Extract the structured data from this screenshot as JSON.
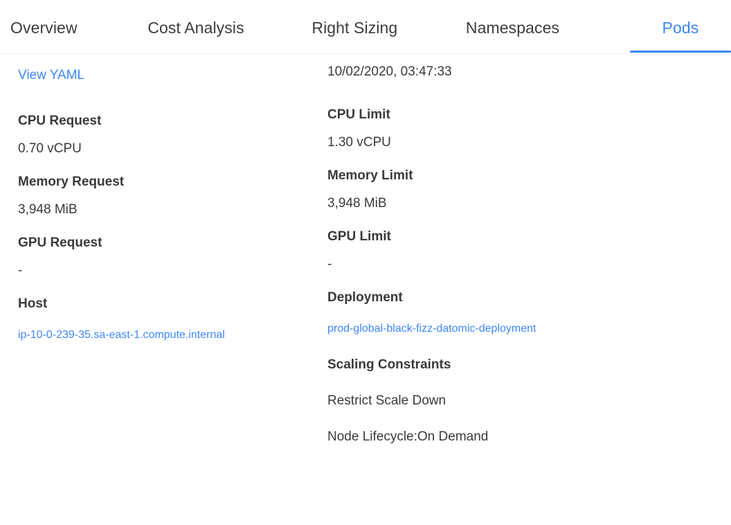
{
  "tabs": [
    {
      "label": "Overview",
      "name": "tab-overview",
      "active": false
    },
    {
      "label": "Cost Analysis",
      "name": "tab-cost-analysis",
      "active": false
    },
    {
      "label": "Right Sizing",
      "name": "tab-right-sizing",
      "active": false
    },
    {
      "label": "Namespaces",
      "name": "tab-namespaces",
      "active": false
    },
    {
      "label": "Pods",
      "name": "tab-pods",
      "active": true
    }
  ],
  "colors": {
    "accent": "#3d87f5",
    "link": "#3d87f5",
    "text": "#3a3a3a",
    "divider": "#ececec",
    "background": "#ffffff"
  },
  "left_column": {
    "view_yaml_link": "View YAML",
    "fields": [
      {
        "label": "CPU Request",
        "value": "0.70 vCPU"
      },
      {
        "label": "Memory Request",
        "value": "3,948 MiB"
      },
      {
        "label": "GPU Request",
        "value": "-"
      }
    ],
    "host": {
      "label": "Host",
      "value": "ip-10-0-239-35.sa-east-1.compute.internal"
    }
  },
  "right_column": {
    "timestamp": "10/02/2020, 03:47:33",
    "fields": [
      {
        "label": "CPU Limit",
        "value": "1.30 vCPU"
      },
      {
        "label": "Memory Limit",
        "value": "3,948 MiB"
      },
      {
        "label": "GPU Limit",
        "value": "-"
      }
    ],
    "deployment": {
      "label": "Deployment",
      "value": "prod-global-black-fizz-datomic-deployment"
    },
    "scaling_constraints": {
      "heading": "Scaling Constraints",
      "items": [
        "Restrict Scale Down",
        "Node Lifecycle:On Demand"
      ]
    }
  }
}
